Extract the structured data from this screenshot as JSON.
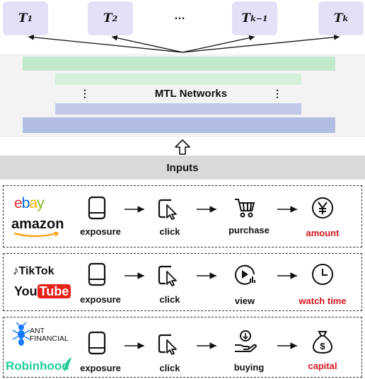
{
  "tasks": [
    {
      "base": "T",
      "sub": "1"
    },
    {
      "base": "T",
      "sub": "2"
    },
    {
      "base": "…",
      "sub": ""
    },
    {
      "base": "T",
      "sub": "k−1"
    },
    {
      "base": "T",
      "sub": "k"
    }
  ],
  "mtl_label": "MTL Networks",
  "inputs_label": "Inputs",
  "colors": {
    "green_bar": "#c2e8cc",
    "blue_bar": "#b2bde4",
    "task_fill": "#e3e1f8",
    "target_text": "#d4161d"
  },
  "scenarios": [
    {
      "logos": [
        "ebay",
        "amazon"
      ],
      "steps": [
        {
          "label": "exposure",
          "icon": "tablet-icon"
        },
        {
          "label": "click",
          "icon": "cursor-click-icon"
        },
        {
          "label": "purchase",
          "icon": "shopping-cart-icon"
        },
        {
          "label": "amount",
          "icon": "yen-coin-icon"
        }
      ]
    },
    {
      "logos": [
        "TikTok",
        "YouTube"
      ],
      "steps": [
        {
          "label": "exposure",
          "icon": "tablet-icon"
        },
        {
          "label": "click",
          "icon": "cursor-click-icon"
        },
        {
          "label": "view",
          "icon": "play-view-icon"
        },
        {
          "label": "watch time",
          "icon": "clock-icon"
        }
      ]
    },
    {
      "logos": [
        "ANT FINANCIAL",
        "Robinhood"
      ],
      "steps": [
        {
          "label": "exposure",
          "icon": "tablet-icon"
        },
        {
          "label": "click",
          "icon": "cursor-click-icon"
        },
        {
          "label": "buying",
          "icon": "hand-coin-icon"
        },
        {
          "label": "capital",
          "icon": "money-bag-icon"
        }
      ]
    }
  ]
}
